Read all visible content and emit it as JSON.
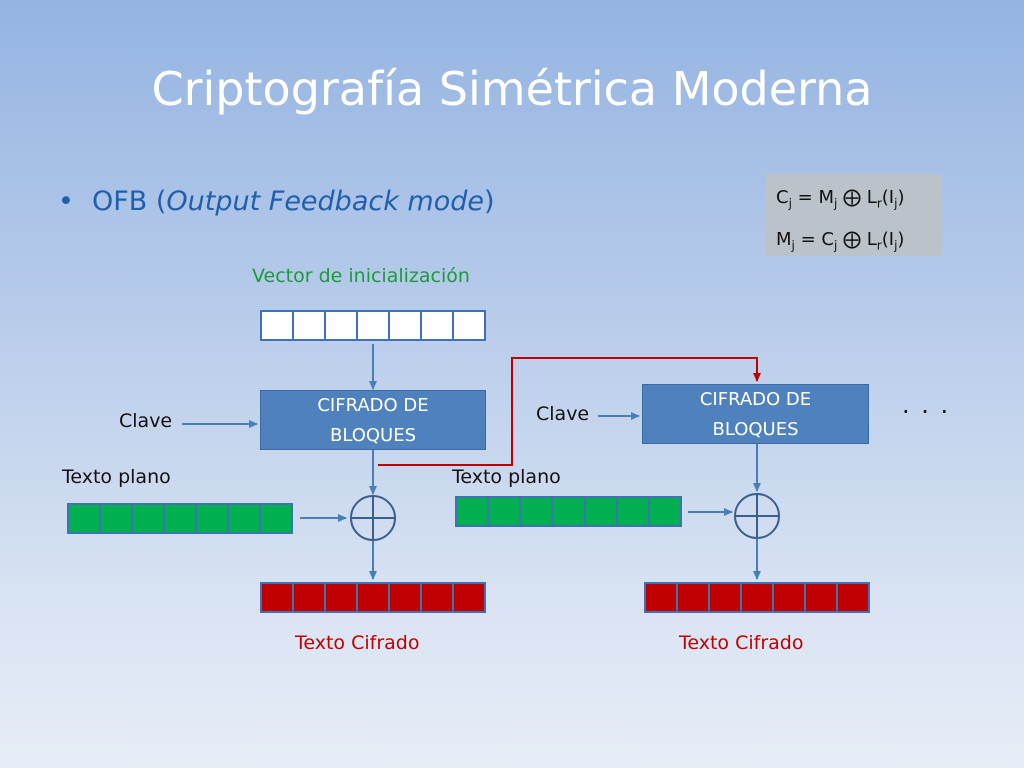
{
  "title": "Criptografía Simétrica Moderna",
  "bullet": {
    "marker": "•",
    "prefix": "OFB (",
    "italic": "Output Feedback mode",
    "suffix": ")"
  },
  "formulas": {
    "line1": {
      "a": "C",
      "a_sub": "j",
      "mid": " = M",
      "b_sub": "j",
      "op": " ⨁ L",
      "r_sub": "r",
      "rest": "(I",
      "i_sub": "j",
      "end": ")"
    },
    "line2": {
      "a": "M",
      "a_sub": "j",
      "mid": " = C",
      "b_sub": "j",
      "op": " ⨁ L",
      "r_sub": "r",
      "rest": "(I",
      "i_sub": "j",
      "end": ")"
    }
  },
  "diagram": {
    "iv_label": "Vector de inicialización",
    "key_label": "Clave",
    "plaintext_label": "Texto plano",
    "ciphertext_label": "Texto Cifrado",
    "block_cipher_line1": "CIFRADO DE",
    "block_cipher_line2": "BLOQUES",
    "ellipsis": "· · ·",
    "register_cells": 7
  },
  "colors": {
    "arrow_blue": "#4a7ebb",
    "feedback_red": "#c00000",
    "cipher_box": "#4f81bd",
    "plaintext_cells": "#00b050",
    "ciphertext_cells": "#c00000",
    "iv_cells": "#ffffff"
  }
}
